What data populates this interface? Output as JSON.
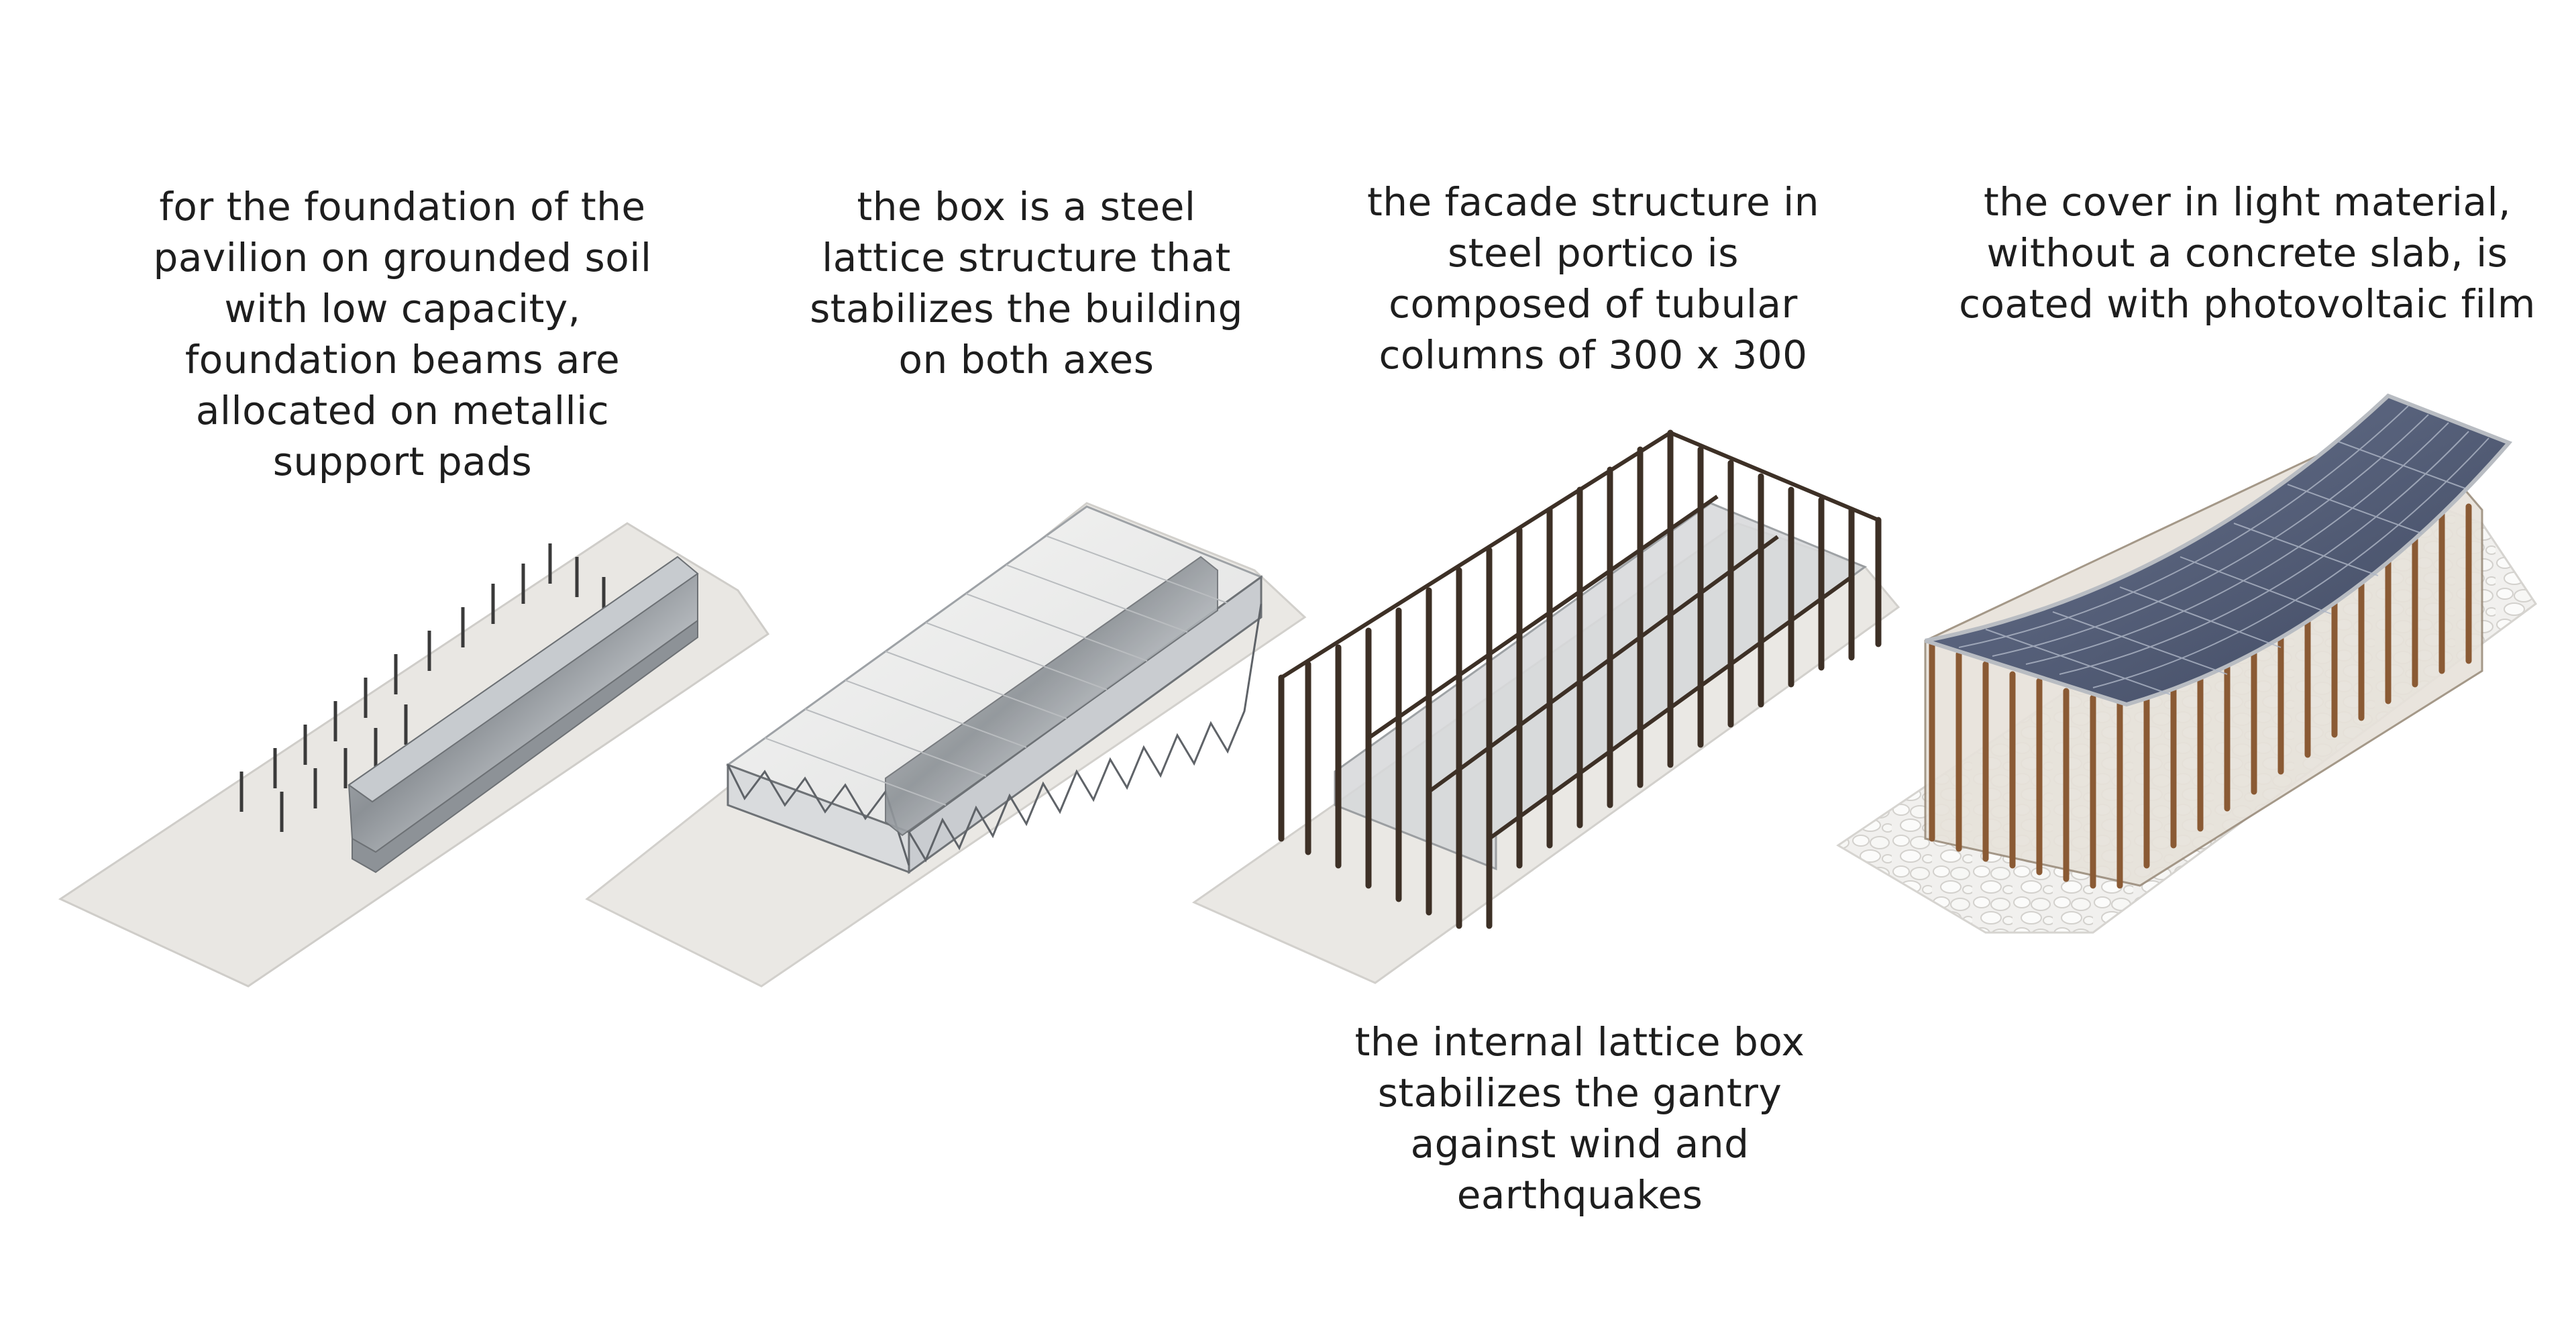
{
  "captions": {
    "step1": "for the foundation of the\npavilion on grounded soil\nwith low capacity,\nfoundation beams are\nallocated on metallic\nsupport pads",
    "step2": "the box is a steel\nlattice structure that\nstabilizes the building\non both axes",
    "step3": "the facade structure in\nsteel portico is\ncomposed of tubular\ncolumns of 300 x 300",
    "step4": "the cover in light material,\nwithout a concrete slab, is\ncoated with photovoltaic film",
    "step3_note": "the internal lattice box\nstabilizes the gantry\nagainst wind and\nearthquakes"
  },
  "colors": {
    "background": "#ffffff",
    "ground": "#e9e7e3",
    "steel": "#a9adb1",
    "column_dark": "#4a3a2c",
    "column_wood": "#8a5a34",
    "solar_panel": "#4c5770",
    "gravel": "#eeeeec",
    "text": "#1e1e1e"
  },
  "icons": {
    "step1": "foundation-pads-axonometric",
    "step2": "lattice-box-axonometric",
    "step3": "portico-columns-axonometric",
    "step4": "pv-roof-pavilion-axonometric"
  }
}
